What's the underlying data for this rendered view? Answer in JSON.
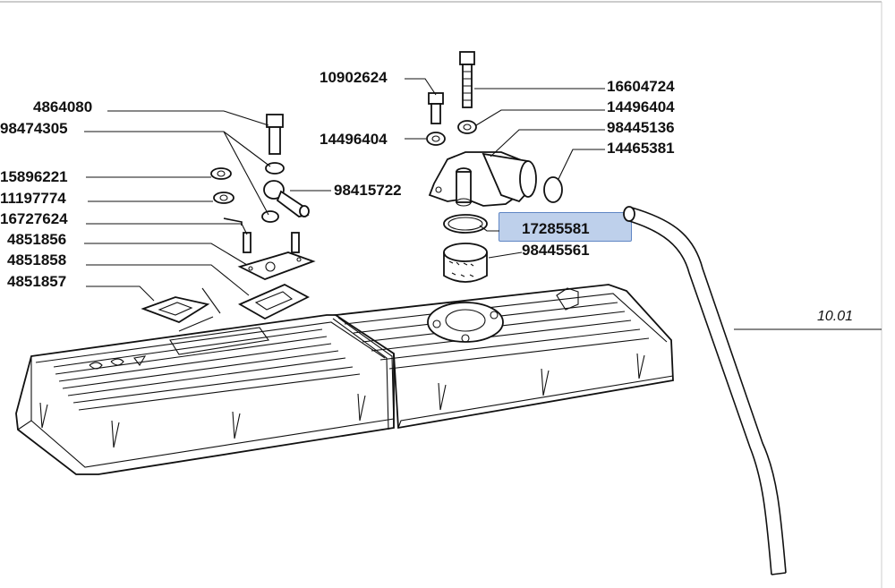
{
  "labels": {
    "p1": "10902624",
    "p2": "16604724",
    "p3": "14496404",
    "p4": "4864080",
    "p5": "98445136",
    "p6": "98474305",
    "p7": "14496404",
    "p8": "14465381",
    "p9": "15896221",
    "p10": "98415722",
    "p11": "11197774",
    "p12": "16727624",
    "p13": "17285581",
    "p14": "4851856",
    "p15": "98445561",
    "p16": "4851858",
    "p17": "4851857"
  },
  "reference": "10.01",
  "highlight_color": "#6e96d2"
}
